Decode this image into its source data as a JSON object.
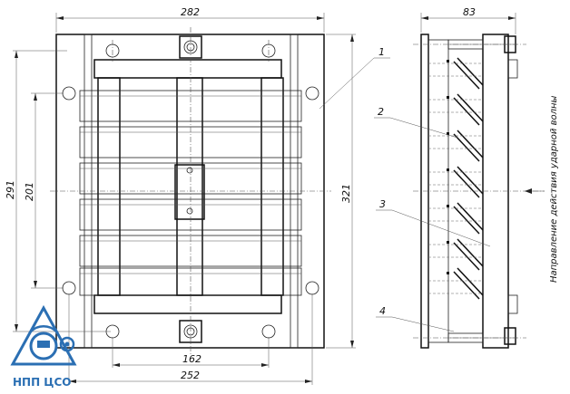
{
  "dimensions": {
    "front_width": "282",
    "front_height_outer": "291",
    "front_height_inner": "201",
    "front_height_right": "321",
    "bolt_spacing": "162",
    "base_width": "252",
    "side_depth": "83"
  },
  "callouts": [
    "1",
    "2",
    "3",
    "4"
  ],
  "note": "Направление действия ударной волны",
  "logo": {
    "text": "НПП ЦСО",
    "color": "#2b6fb3"
  }
}
